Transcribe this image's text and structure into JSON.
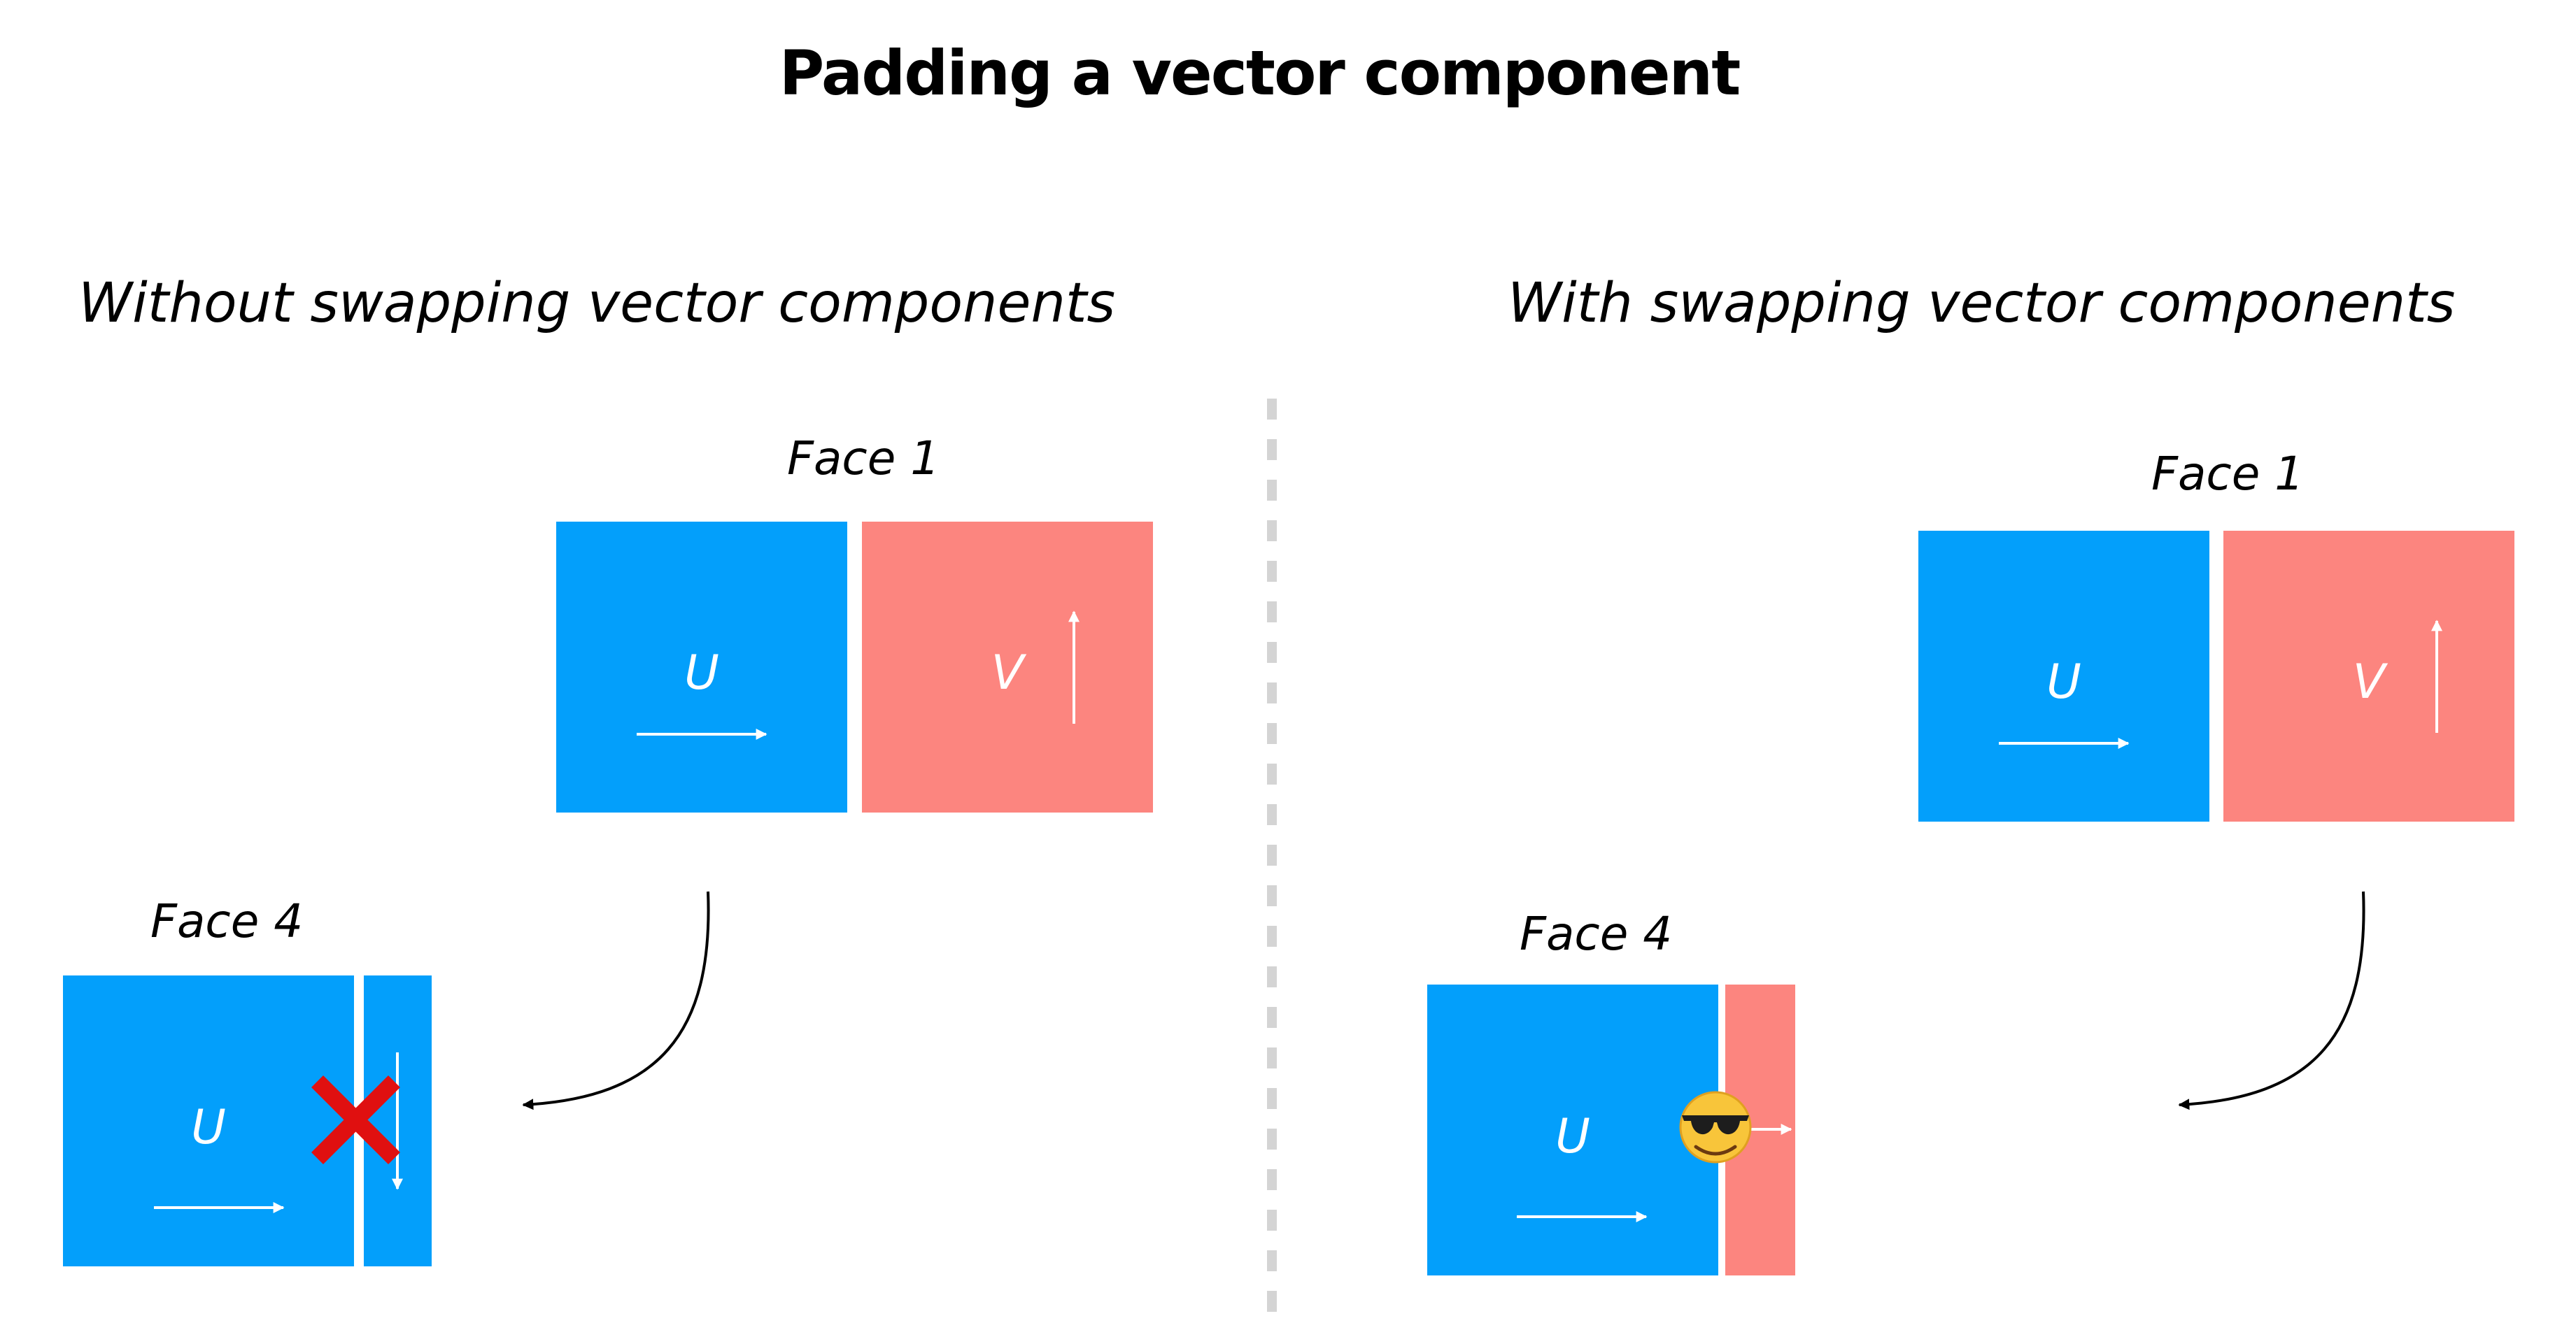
{
  "title": "Padding a vector component",
  "colors": {
    "u_face": "#039ffb",
    "v_face": "#fc857f",
    "cross": "#e01010",
    "divider": "#d4d4d4",
    "arrow": "#ffffff"
  },
  "left": {
    "heading": "Without swapping vector components",
    "face1": {
      "label": "Face 1",
      "u": "U",
      "v": "V"
    },
    "face4": {
      "label": "Face 4",
      "u": "U"
    },
    "padding_marker": "cross-icon"
  },
  "right": {
    "heading": "With swapping vector components",
    "face1": {
      "label": "Face 1",
      "u": "U",
      "v": "V"
    },
    "face4": {
      "label": "Face 4",
      "u": "U"
    },
    "padding_marker": "sunglasses-emoji-icon"
  }
}
